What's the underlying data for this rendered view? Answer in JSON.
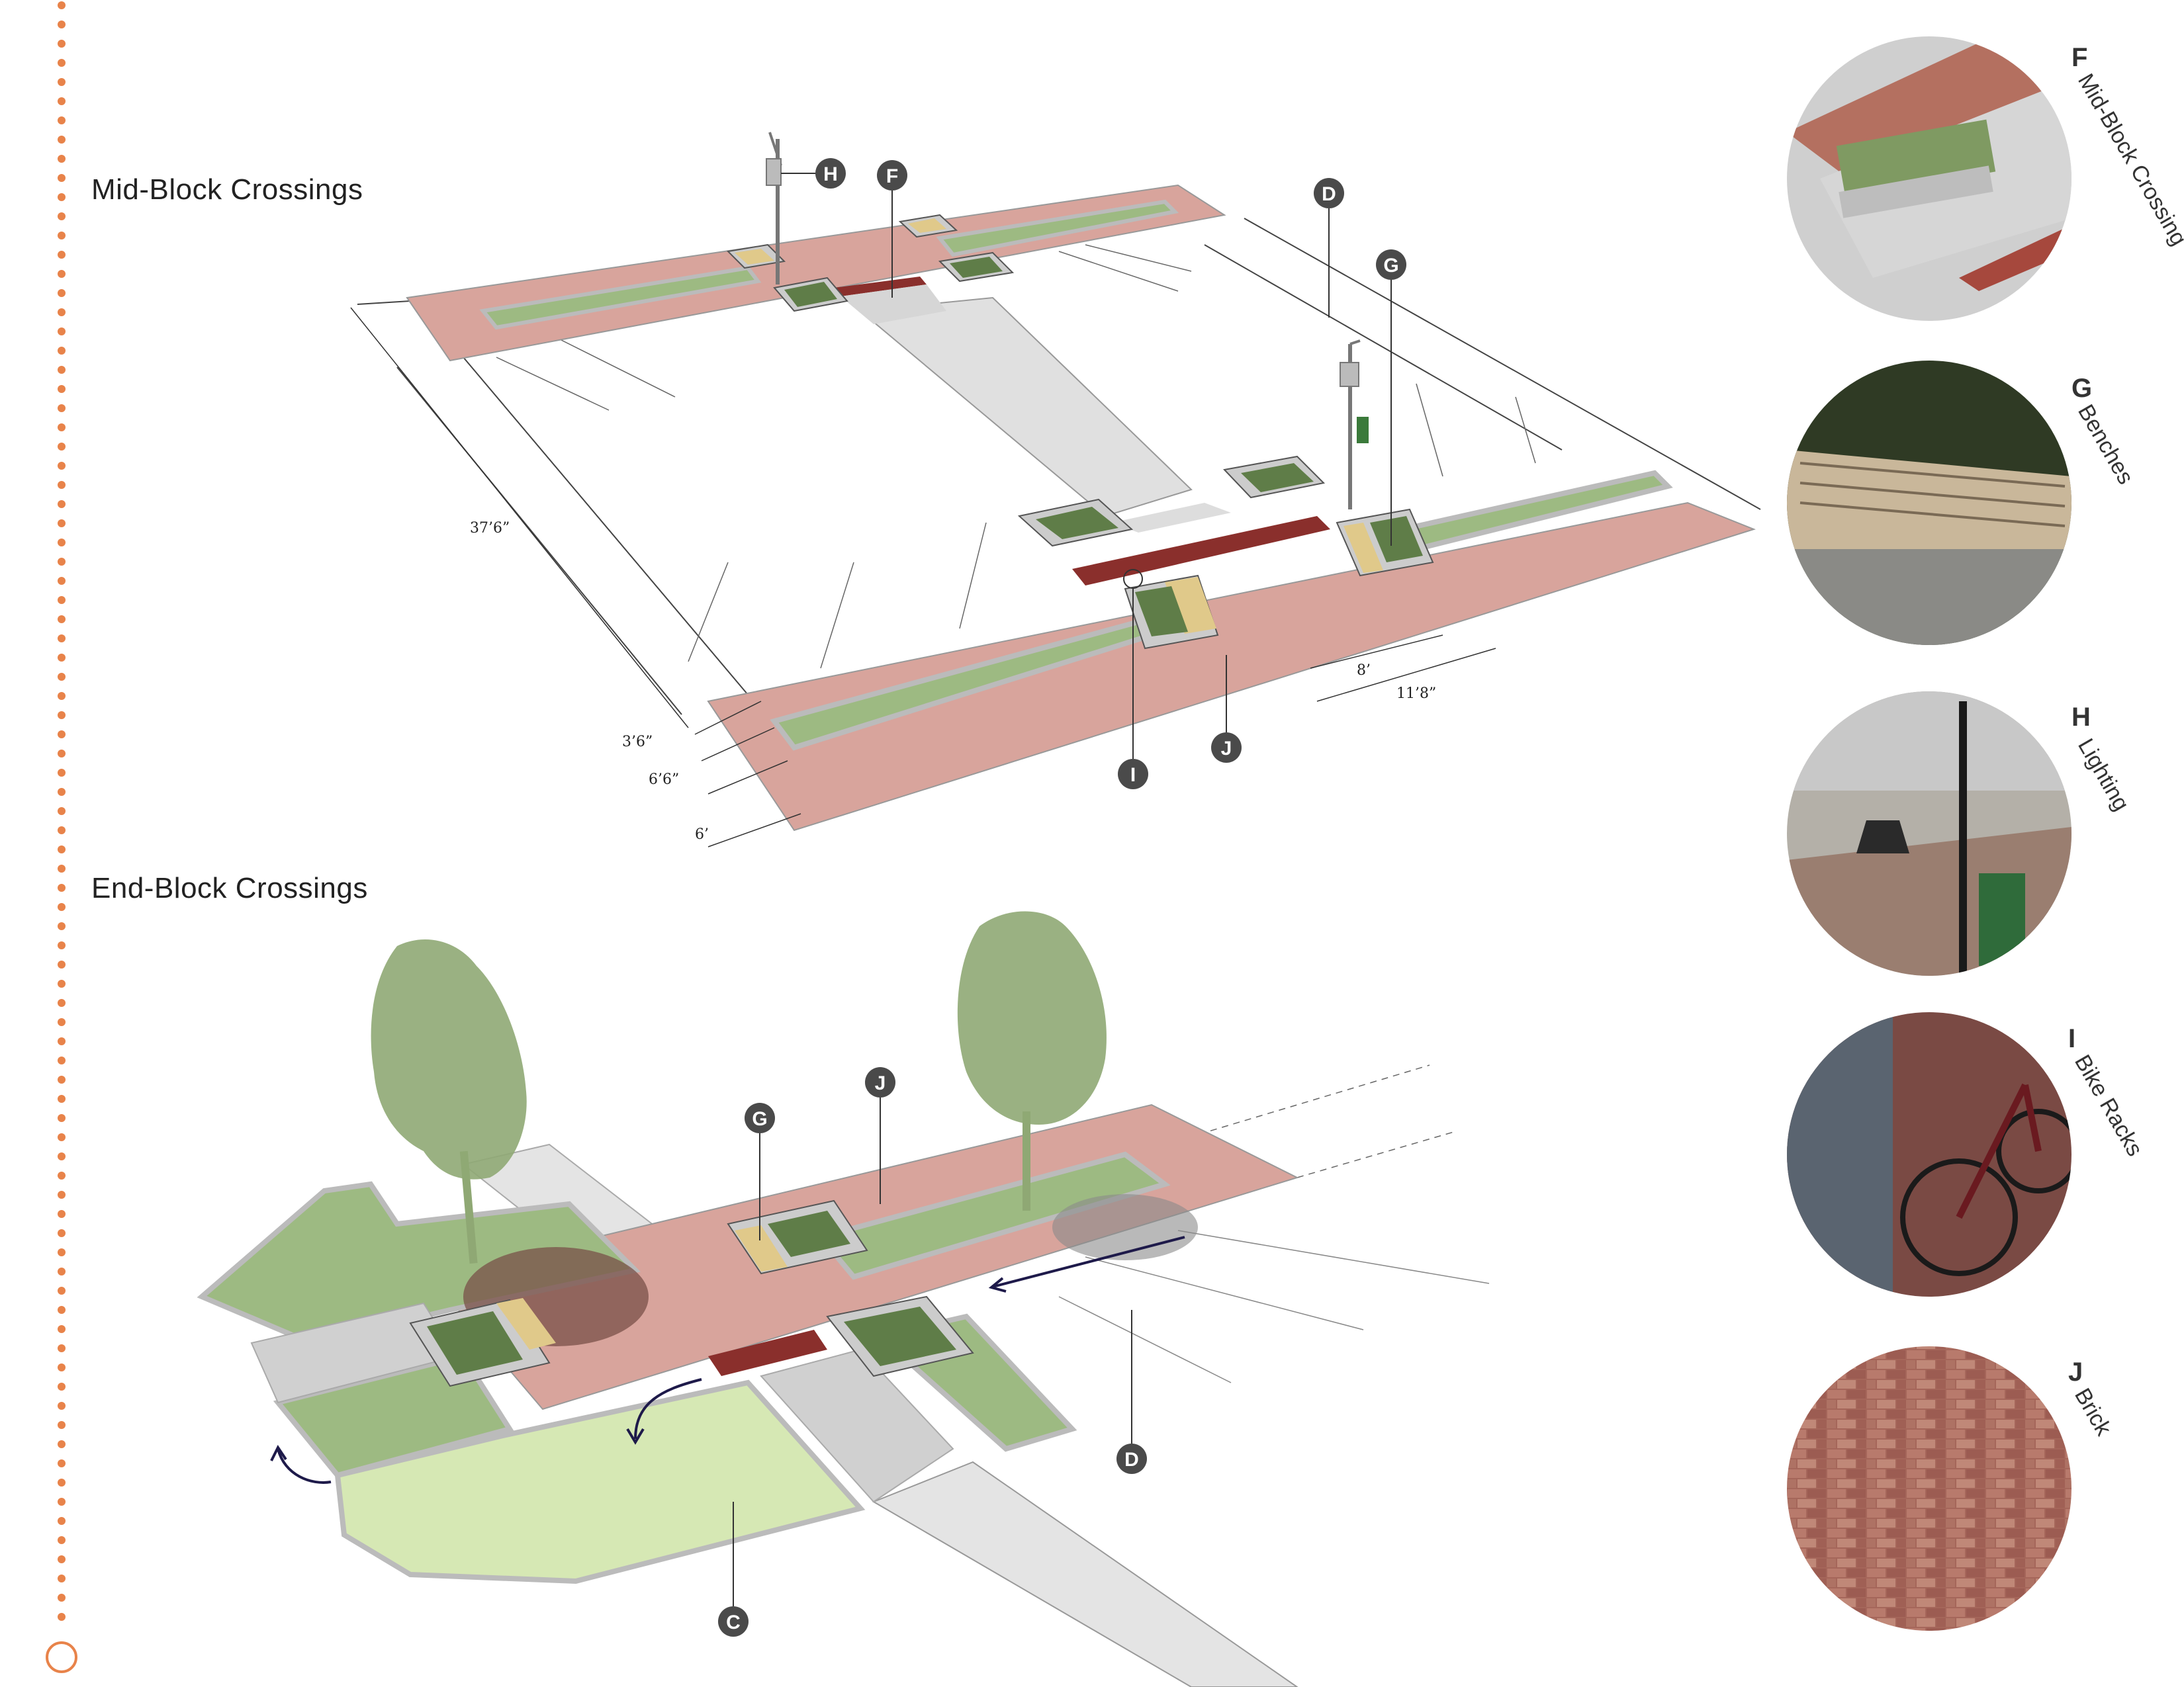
{
  "titles": {
    "mid_block": "Mid-Block Crossings",
    "end_block": "End-Block Crossings"
  },
  "callouts": {
    "mid": [
      "H",
      "F",
      "D",
      "G",
      "I",
      "J"
    ],
    "end": [
      "G",
      "J",
      "D",
      "C"
    ]
  },
  "dimensions": {
    "d1": "37’6”",
    "d2": "8’",
    "d3": "11’8”",
    "d4": "3’6”",
    "d5": "6’6”",
    "d6": "6’"
  },
  "photos": [
    {
      "letter": "F",
      "label": "Mid-Block Crossing"
    },
    {
      "letter": "G",
      "label": "Benches"
    },
    {
      "letter": "H",
      "label": "Lighting"
    },
    {
      "letter": "I",
      "label": "Bike Racks"
    },
    {
      "letter": "J",
      "label": "Brick"
    }
  ],
  "colors": {
    "accent": "#e8834a",
    "brick": "#d8a49c",
    "brick_dark": "#8a2f2c",
    "grass": "#9dba82",
    "grass_light": "#d6e8b4",
    "concrete": "#d9d9d9",
    "callout_bg": "#4a4a4a",
    "tree": "#8fa874"
  }
}
